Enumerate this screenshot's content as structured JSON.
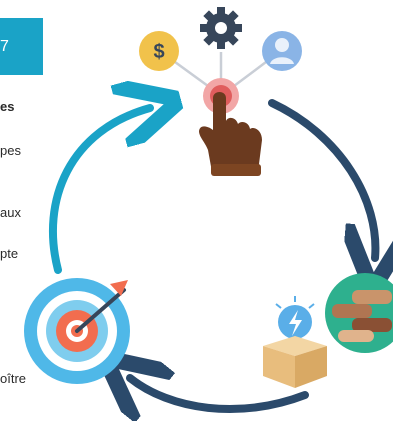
{
  "left_panel": {
    "header_fragment": "7",
    "text_fragments": [
      {
        "text": "es",
        "bold": true
      },
      {
        "text": "pes",
        "bold": false
      },
      {
        "text": "aux",
        "bold": false
      },
      {
        "text": "pte",
        "bold": false
      },
      {
        "text": "oître",
        "bold": false
      }
    ]
  },
  "diagram": {
    "type": "cycle",
    "nodes": [
      "hand-pointer-with-icons",
      "handshake",
      "idea-box",
      "target"
    ],
    "colors": {
      "arrow_teal": "#1aa3c7",
      "arrow_navy": "#2b4a6b",
      "handshake_bg": "#2eb08e",
      "target_bg": "#4fb8e8",
      "dollar": "#f1c24b",
      "gear": "#37465a",
      "user": "#8ab4e6",
      "hand": "#6b3a1f"
    }
  }
}
